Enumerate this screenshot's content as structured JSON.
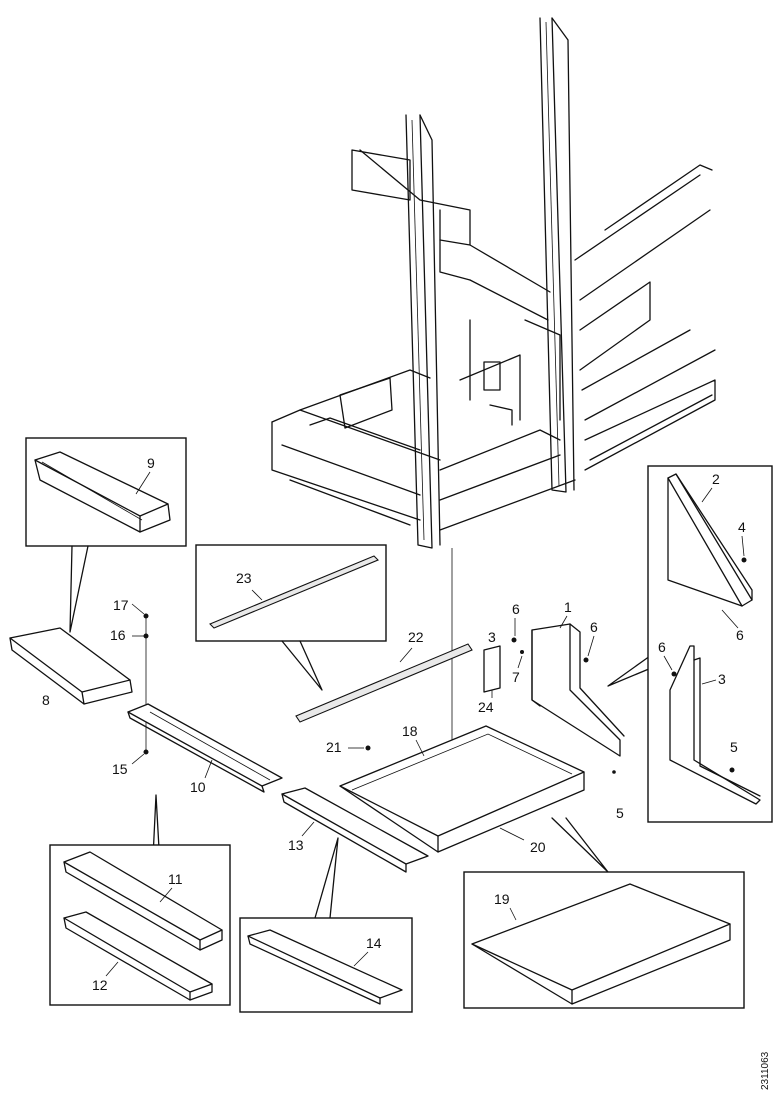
{
  "drawing_code": "2311063",
  "callouts": {
    "c1": "1",
    "c2": "2",
    "c3a": "3",
    "c3b": "3",
    "c4": "4",
    "c5a": "5",
    "c5b": "5",
    "c6a": "6",
    "c6b": "6",
    "c6c": "6",
    "c6d": "6",
    "c7": "7",
    "c8": "8",
    "c9": "9",
    "c10": "10",
    "c11": "11",
    "c12": "12",
    "c13": "13",
    "c14": "14",
    "c15": "15",
    "c16": "16",
    "c17": "17",
    "c18": "18",
    "c19": "19",
    "c20": "20",
    "c21": "21",
    "c22": "22",
    "c23": "23",
    "c24": "24"
  }
}
